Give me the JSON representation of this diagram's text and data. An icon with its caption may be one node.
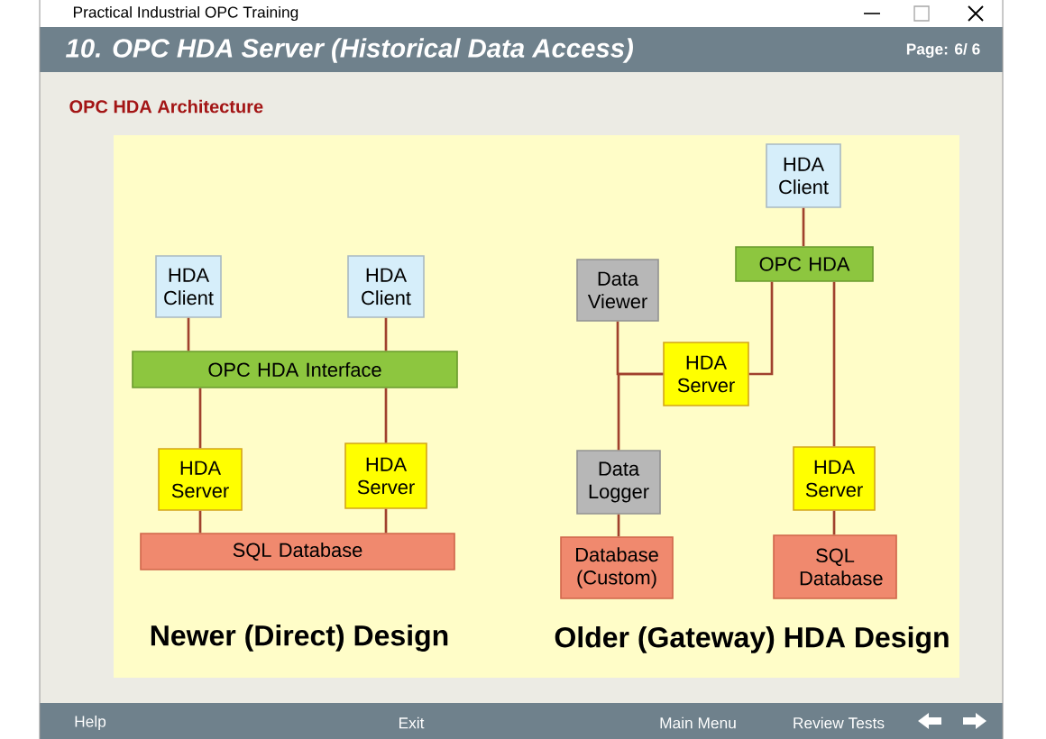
{
  "diagram": {
    "title": "10. OPC HDA Server (Historical Data Access)",
    "nodes": [
      {
        "text": [
          "HDA Client"
        ]
      },
      {
        "text": [
          "HDA Client"
        ]
      },
      {
        "text": [
          "OPC HDA Interface"
        ]
      },
      {
        "text": [
          "HDA Server"
        ]
      },
      {
        "text": [
          "HDA Server"
        ]
      },
      {
        "text": [
          "SQL Database"
        ]
      },
      {
        "text": [
          "HDA Client"
        ]
      },
      {
        "text": [
          "OPC HDA"
        ]
      },
      {
        "text": [
          "Data Viewer"
        ]
      },
      {
        "text": [
          "HDA Server"
        ]
      },
      {
        "text": [
          "Data Logger"
        ]
      },
      {
        "text": [
          "HDA Server"
        ]
      },
      {
        "text": [
          "Database (Custom)"
        ]
      },
      {
        "text": [
          "SQL Database"
        ]
      }
    ],
    "edges": [
      {
        "from": 0,
        "to": 2,
        "arrow": "none"
      },
      {
        "from": 1,
        "to": 2,
        "arrow": "none"
      },
      {
        "from": 2,
        "to": 3,
        "arrow": "none"
      },
      {
        "from": 2,
        "to": 4,
        "arrow": "none"
      },
      {
        "from": 3,
        "to": 5,
        "arrow": "none"
      },
      {
        "from": 4,
        "to": 5,
        "arrow": "none"
      },
      {
        "from": 6,
        "to": 7,
        "arrow": "none"
      },
      {
        "from": 7,
        "to": 9,
        "arrow": "none"
      },
      {
        "from": 9,
        "to": 8,
        "arrow": "none"
      },
      {
        "from": 9,
        "to": 10,
        "arrow": "none"
      },
      {
        "from": 7,
        "to": 11,
        "arrow": "none"
      },
      {
        "from": 10,
        "to": 12,
        "arrow": "none"
      },
      {
        "from": 11,
        "to": 13,
        "arrow": "none"
      }
    ],
    "labels": [
      "Practical Industrial OPC Training",
      "Page: 6/ 6",
      "OPC HDA Architecture",
      "Newer (Direct) Design",
      "Older (Gateway) HDA Design",
      "Help",
      "Exit",
      "Main Menu",
      "Review Tests"
    ]
  }
}
